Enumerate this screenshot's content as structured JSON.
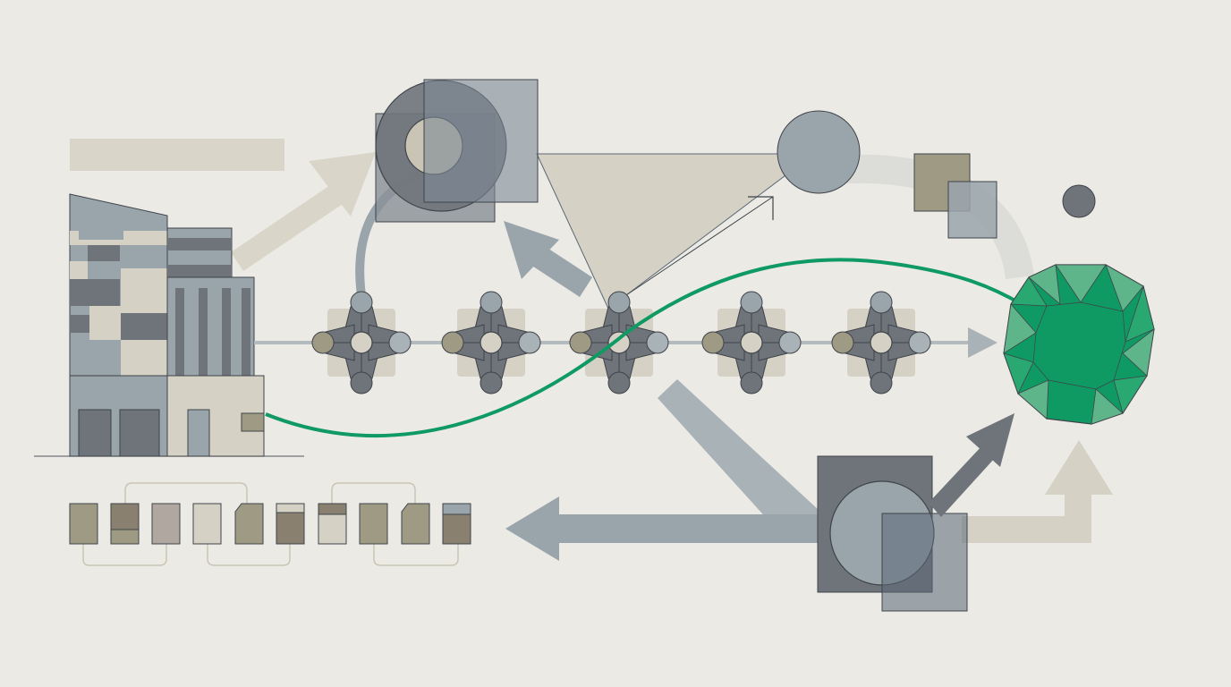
{
  "palette": {
    "background": "#ebeae5",
    "beige": "#d5d1c4",
    "beige_dark": "#c9c4b4",
    "slate": "#9aa5ab",
    "slate_light": "#a9b2b6",
    "slate_dark": "#6f747b",
    "blue_gray": "#5b6876",
    "olive": "#9e9a84",
    "taupe": "#8a8070",
    "green": "#0f9a63",
    "green_light": "#5fb58a",
    "outline": "#3f444a"
  },
  "scene": {
    "building": "building",
    "pipeline_nodes": [
      "flower-node",
      "flower-node",
      "flower-node",
      "flower-node",
      "flower-node"
    ],
    "swatch_count": 10,
    "destination": "green-polyhedron"
  }
}
